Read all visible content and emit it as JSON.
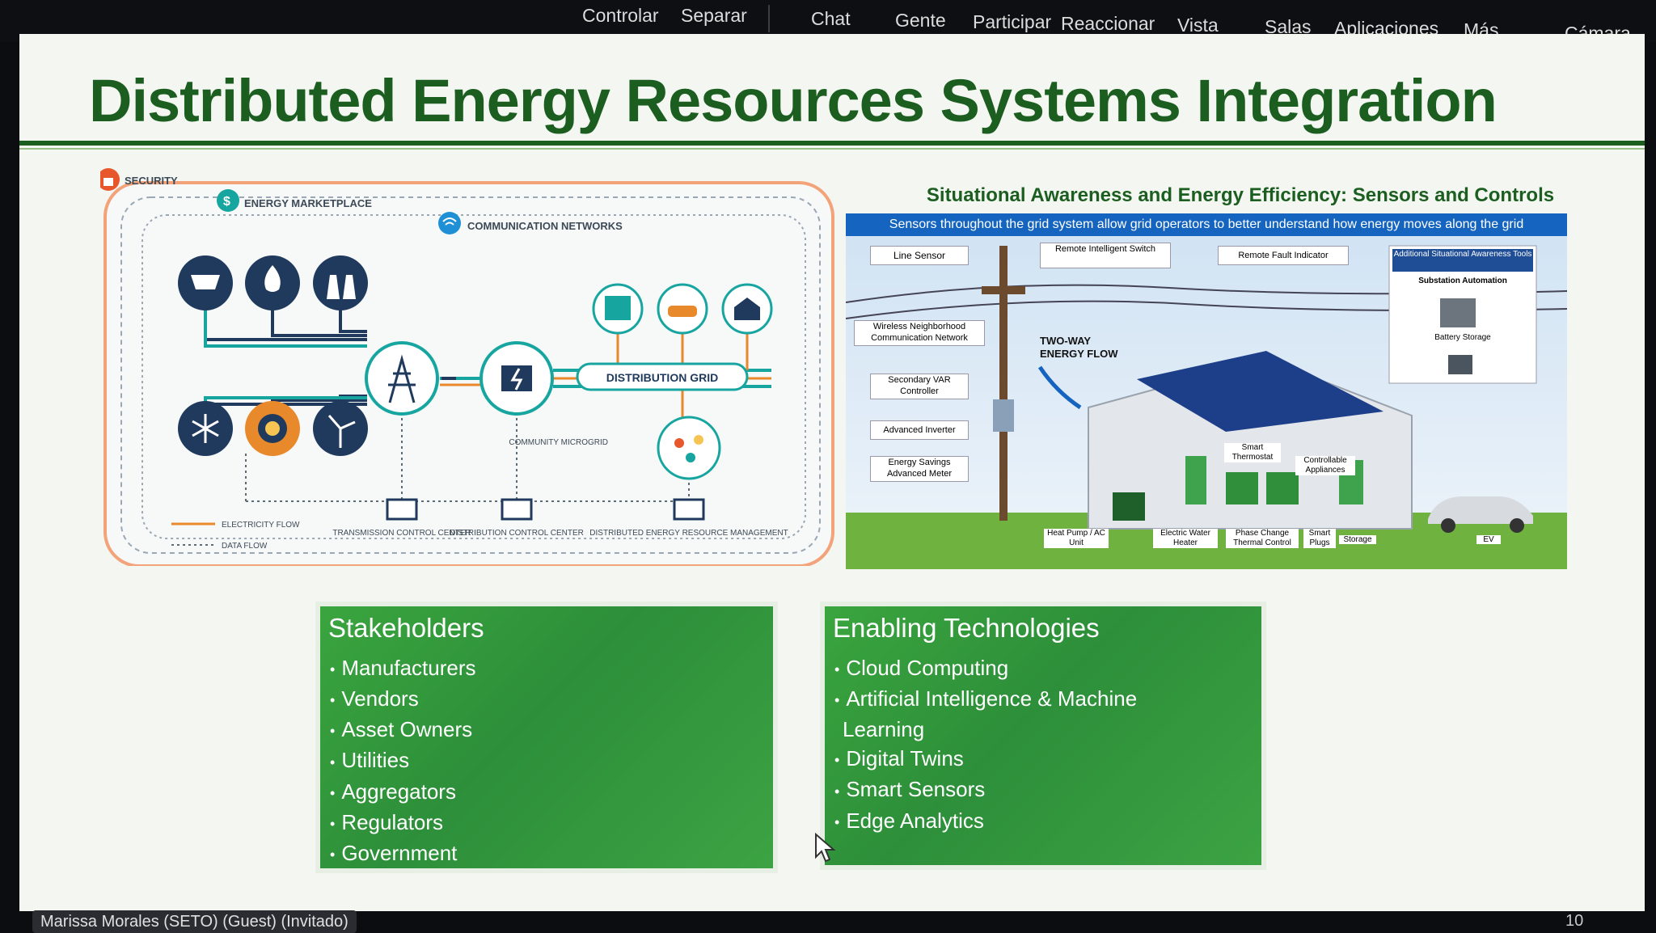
{
  "toolbar": {
    "items": [
      "Controlar",
      "Separar",
      "Chat",
      "Gente",
      "Participar",
      "Reaccionar",
      "Vista",
      "Salas",
      "Aplicaciones",
      "Más",
      "Cámara"
    ]
  },
  "slide": {
    "title": "Distributed Energy Resources Systems Integration",
    "page_number": "10"
  },
  "der_diagram": {
    "security": "SECURITY",
    "marketplace": "ENERGY MARKETPLACE",
    "communication": "COMMUNICATION NETWORKS",
    "distribution_grid": "DISTRIBUTION GRID",
    "community_microgrid": "COMMUNITY MICROGRID",
    "transmission_center": "TRANSMISSION CONTROL CENTER",
    "distribution_center": "DISTRIBUTION CONTROL CENTER",
    "der_management": "DISTRIBUTED ENERGY RESOURCE MANAGEMENT",
    "legend_electricity": "ELECTRICITY FLOW",
    "legend_data": "DATA FLOW",
    "colors": {
      "navy": "#1f3a5c",
      "teal": "#17a5a0",
      "orange": "#e8892b",
      "border": "#f2a37a"
    }
  },
  "situational_awareness": {
    "heading": "Situational Awareness and Energy Efficiency: Sensors and Controls",
    "banner": "Sensors throughout the grid system allow grid operators to better understand how energy moves along the grid",
    "labels": {
      "line_sensor": "Line Sensor",
      "remote_switch": "Remote Intelligent Switch",
      "fault_indicator": "Remote Fault Indicator",
      "wireless_network": "Wireless Neighborhood Communication Network",
      "var_controller": "Secondary VAR Controller",
      "inverter": "Advanced Inverter",
      "meter": "Energy Savings Advanced Meter",
      "two_way": "TWO-WAY ENERGY FLOW",
      "tools_title": "Additional Situational Awareness Tools",
      "substation": "Substation Automation",
      "battery": "Battery Storage",
      "heat_pump": "Heat Pump / AC Unit",
      "water_heater": "Electric Water Heater",
      "thermal": "Phase Change Thermal Control",
      "thermostat": "Smart Thermostat",
      "appliances": "Controllable Appliances",
      "plugs": "Smart Plugs",
      "storage": "Storage",
      "ev": "EV"
    }
  },
  "stakeholders": {
    "title": "Stakeholders",
    "items": [
      "Manufacturers",
      "Vendors",
      "Asset Owners",
      "Utilities",
      "Aggregators",
      "Regulators",
      "Government"
    ]
  },
  "enabling": {
    "title": "Enabling Technologies",
    "items": [
      "Cloud Computing",
      "Artificial Intelligence & Machine",
      "Learning",
      "Digital Twins",
      "Smart Sensors",
      "Edge Analytics"
    ]
  },
  "participant": {
    "name": "Marissa Morales (SETO) (Guest) (Invitado)"
  }
}
